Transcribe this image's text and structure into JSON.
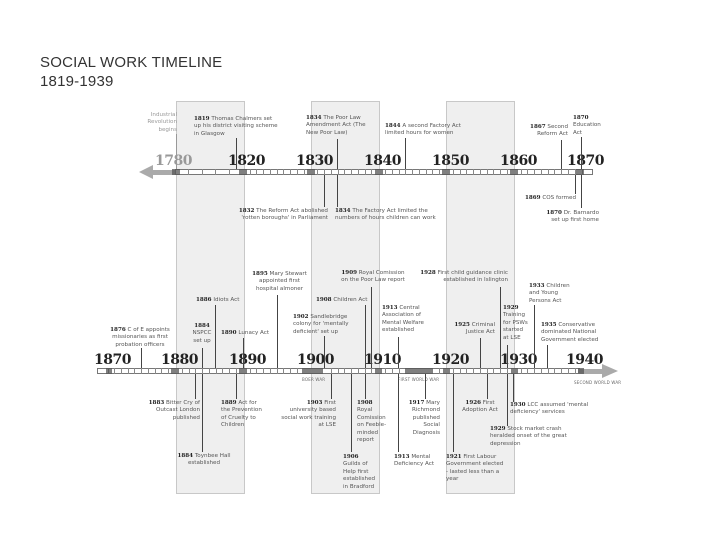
{
  "title": {
    "line1": "SOCIAL WORK TIMELINE",
    "line2": "1819-1939"
  },
  "upper_axis": {
    "years": [
      "1780",
      "1820",
      "1830",
      "1840",
      "1850",
      "1860",
      "1870"
    ]
  },
  "lower_axis": {
    "years": [
      "1870",
      "1880",
      "1890",
      "1900",
      "1910",
      "1920",
      "1930",
      "1940"
    ],
    "wars": {
      "boer": "BOER WAR",
      "first": "FIRST WORLD WAR",
      "second": "SECOND WORLD WAR"
    }
  },
  "upper_events": {
    "industrial": {
      "text": "Industrial Revolution begins"
    },
    "e1819": {
      "year": "1819",
      "text": "Thomas Chalmers set up his district visiting scheme in Glasgow"
    },
    "e1834a": {
      "year": "1834",
      "text": "The Poor Law Amendment Act (The New Poor Law)"
    },
    "e1844": {
      "year": "1844",
      "text": "A second Factory Act limited hours for women"
    },
    "e1867": {
      "year": "1867",
      "text": "Second Reform Act"
    },
    "e1870a": {
      "year": "1870",
      "text": "Education Act"
    },
    "e1832": {
      "year": "1832",
      "text": "The Reform Act abolished 'rotten boroughs' in Parliament"
    },
    "e1834b": {
      "year": "1834",
      "text": "The Factory Act limited the numbers of hours children can work"
    },
    "e1869": {
      "year": "1869",
      "text": "COS formed"
    },
    "e1870b": {
      "year": "1870",
      "text": "Dr. Barnardo set up first home"
    }
  },
  "lower_events_above": {
    "e1876": {
      "year": "1876",
      "text": "C of E appoints missionaries as first probation officers"
    },
    "e1884a": {
      "year": "1884",
      "text": "NSPCC set up"
    },
    "e1886": {
      "year": "1886",
      "text": "Idiots Act"
    },
    "e1890": {
      "year": "1890",
      "text": "Lunacy Act"
    },
    "e1895": {
      "year": "1895",
      "text": "Mary Stewart appointed first hospital almoner"
    },
    "e1902": {
      "year": "1902",
      "text": "Sandlebridge colony for 'mentally deficient' set up"
    },
    "e1908a": {
      "year": "1908",
      "text": "Children Act"
    },
    "e1909": {
      "year": "1909",
      "text": "Royal Comission on the Poor Law report"
    },
    "e1913a": {
      "year": "1913",
      "text": "Central Association of Mental Welfare established"
    },
    "e1925": {
      "year": "1925",
      "text": "Criminal Justice Act"
    },
    "e1928": {
      "year": "1928",
      "text": "First child guidance clinic established in Islington"
    },
    "e1929a": {
      "year": "1929",
      "text": "Training for PSWs started at LSE"
    },
    "e1933": {
      "year": "1933",
      "text": "Children and Young Persons Act"
    },
    "e1935": {
      "year": "1935",
      "text": "Conservative dominated National Government elected"
    }
  },
  "lower_events_below": {
    "e1883": {
      "year": "1883",
      "text": "Bitter Cry of Outcast London published"
    },
    "e1884b": {
      "year": "1884",
      "text": "Toynbee Hall established"
    },
    "e1889": {
      "year": "1889",
      "text": "Act for the Prevention of Cruelty to Children"
    },
    "e1903": {
      "year": "1903",
      "text": "First university based social work training at LSE"
    },
    "e1906": {
      "year": "1906",
      "text": "Guilds of Help first established in Bradford"
    },
    "e1908b": {
      "year": "1908",
      "text": "Royal Comission on Feeble-minded report"
    },
    "e1913b": {
      "year": "1913",
      "text": "Mental Deficiency Act"
    },
    "e1917": {
      "year": "1917",
      "text": "Mary Richmond published Social Diagnosis"
    },
    "e1921": {
      "year": "1921",
      "text": "First Labour Government elected - lasted less than a year"
    },
    "e1926": {
      "year": "1926",
      "text": "First Adoption Act"
    },
    "e1929b": {
      "year": "1929",
      "text": "Stock market crash heralded onset of the great depression"
    },
    "e1930": {
      "year": "1930",
      "text": "LCC assumed 'mental deficiency' services"
    }
  }
}
